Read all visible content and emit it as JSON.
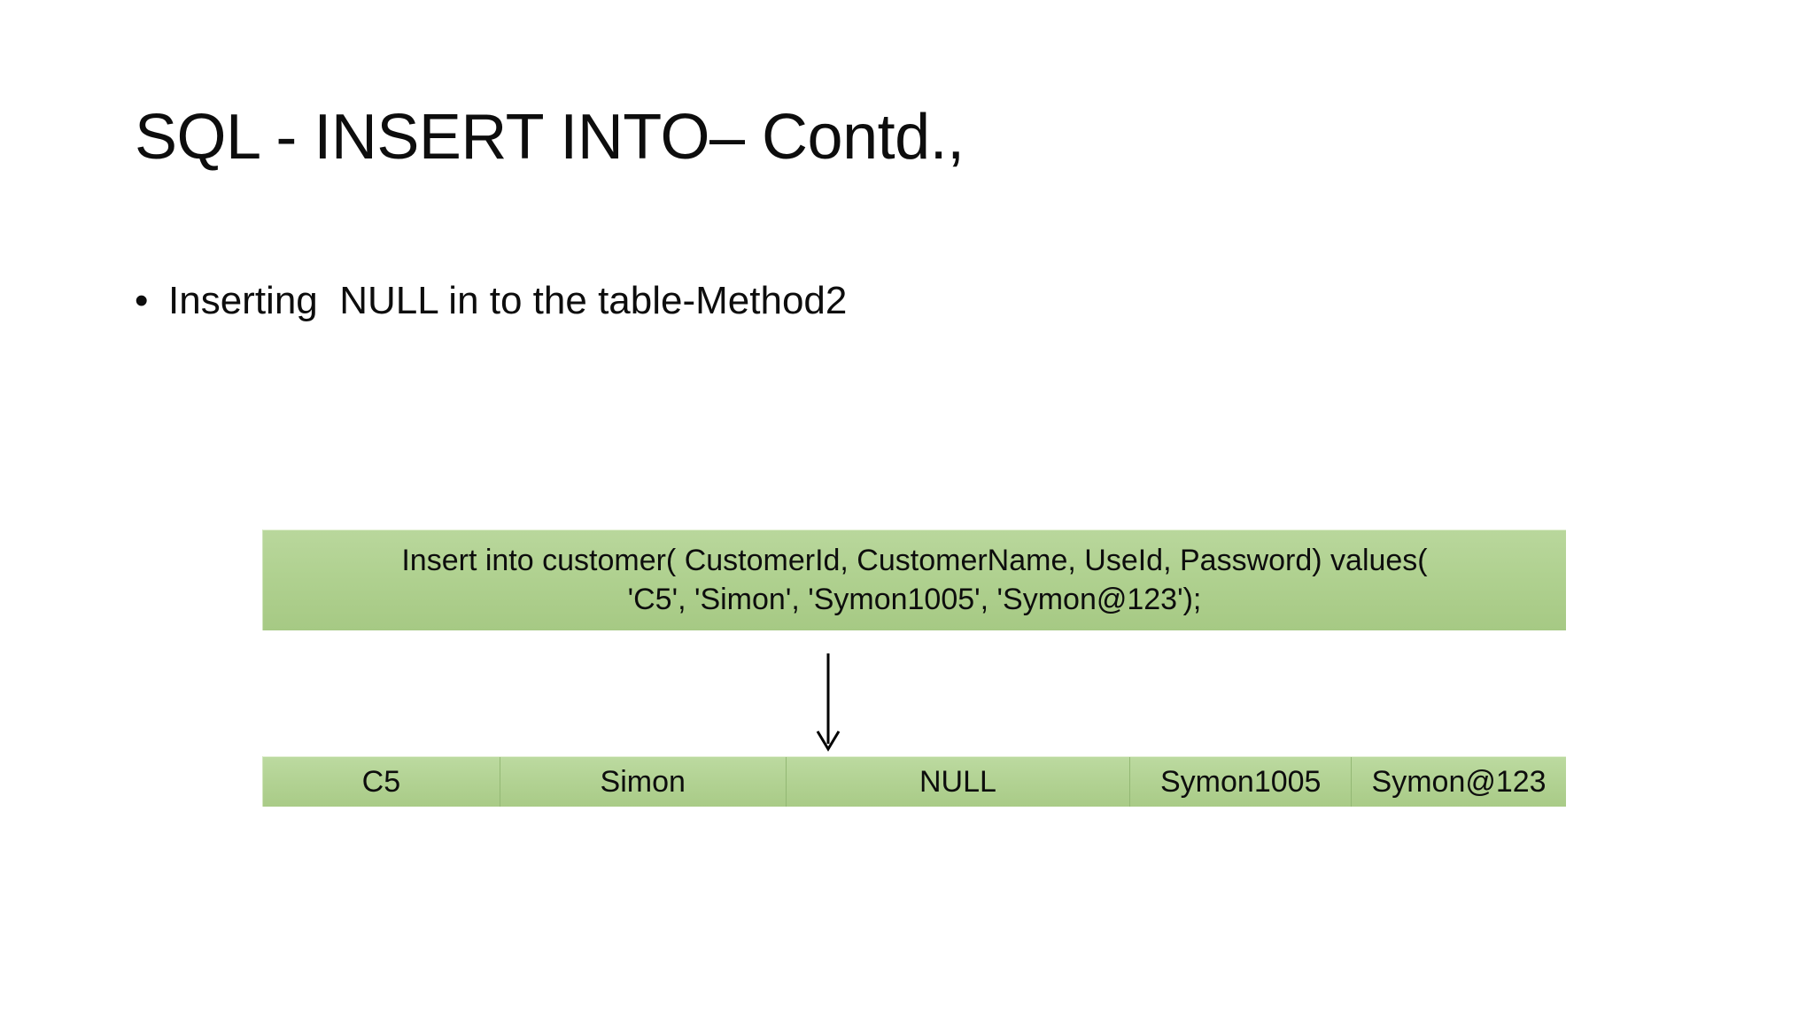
{
  "slide": {
    "title": "SQL - INSERT INTO– Contd.,",
    "bullet": {
      "marker": "•",
      "text": "Inserting  NULL in to the table-Method2"
    },
    "sql_statement": {
      "line1": "Insert into customer( CustomerId, CustomerName, UseId, Password) values(",
      "line2": "'C5', 'Simon', 'Symon1005', 'Symon@123');",
      "full": "Insert into customer( CustomerId, CustomerName, UseId, Password) values(\n'C5', 'Simon', 'Symon1005', 'Symon@123');"
    },
    "arrow": {
      "direction": "down",
      "label": "flow-arrow-down"
    },
    "result_row": {
      "cells": [
        {
          "key": "customer_id",
          "value": "C5"
        },
        {
          "key": "customer_name",
          "value": "Simon"
        },
        {
          "key": "use_id",
          "value": "NULL"
        },
        {
          "key": "user_id_value",
          "value": "Symon1005"
        },
        {
          "key": "password",
          "value": "Symon@123"
        }
      ]
    },
    "colors": {
      "background": "#ffffff",
      "text": "#0d0d0d",
      "box_green_light": "#b9d79c",
      "box_green": "#b0d190",
      "box_green_dark": "#a6c984",
      "cell_divider": "#93b874",
      "arrow": "#000000"
    }
  }
}
